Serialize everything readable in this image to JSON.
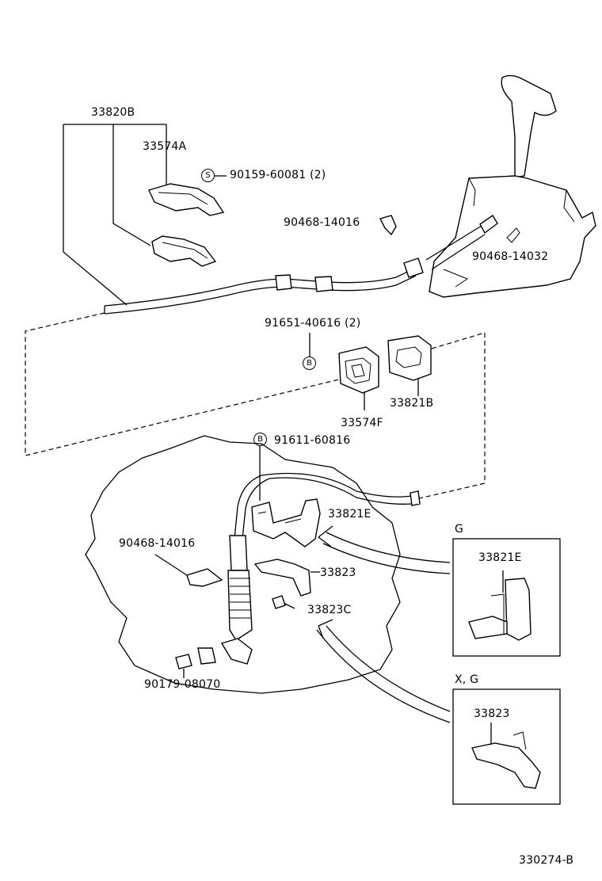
{
  "diagram": {
    "part_labels": {
      "p33820B": "33820B",
      "p33574A": "33574A",
      "p90159": "90159-60081 (2)",
      "p90468_top": "90468-14016",
      "p90468_14032": "90468-14032",
      "p91651": "91651-40616 (2)",
      "p33821B": "33821B",
      "p33574F": "33574F",
      "p91611": "91611-60816",
      "p33821E": "33821E",
      "p90468_left": "90468-14016",
      "p33823": "33823",
      "p33823C": "33823C",
      "p90179": "90179-08070"
    },
    "symbols": {
      "s_symbol": "S",
      "b_symbol_1": "B",
      "b_symbol_2": "B"
    },
    "insets": {
      "inset_g": {
        "title": "G",
        "part": "33821E"
      },
      "inset_xg": {
        "title": "X, G",
        "part": "33823"
      }
    },
    "figure_code": "330274-B"
  }
}
